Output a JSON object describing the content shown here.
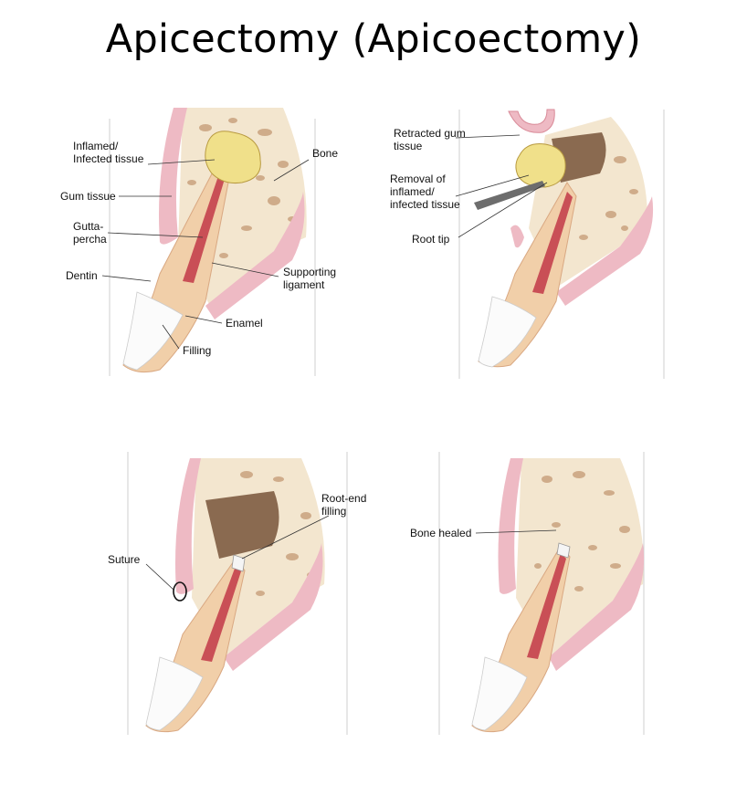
{
  "title": "Apicectomy (Apicoectomy)",
  "panels": [
    {
      "labels": {
        "inflamed": [
          "Inflamed/",
          "Infected tissue"
        ],
        "bone": "Bone",
        "gum": "Gum tissue",
        "gutta": [
          "Gutta-",
          "percha"
        ],
        "dentin": "Dentin",
        "ligament": [
          "Supporting",
          "ligament"
        ],
        "enamel": "Enamel",
        "filling": "Filling"
      }
    },
    {
      "labels": {
        "retracted": [
          "Retracted gum",
          "tissue"
        ],
        "removal": [
          "Removal of",
          "inflamed/",
          "infected tissue"
        ],
        "roottip": "Root tip"
      }
    },
    {
      "labels": {
        "rootend": [
          "Root-end",
          "filling"
        ],
        "suture": "Suture"
      }
    },
    {
      "labels": {
        "healed": "Bone healed"
      }
    }
  ],
  "colors": {
    "bone": "#f3e6cf",
    "bone_pores": "#c9a27f",
    "gum": "#eebac4",
    "gum_dark": "#d98a98",
    "dentin": "#f1cfa9",
    "pulp_filling": "#c94f56",
    "enamel": "#fbfbfb",
    "infection": "#f0e08a",
    "cavity": "#8a6a50"
  }
}
